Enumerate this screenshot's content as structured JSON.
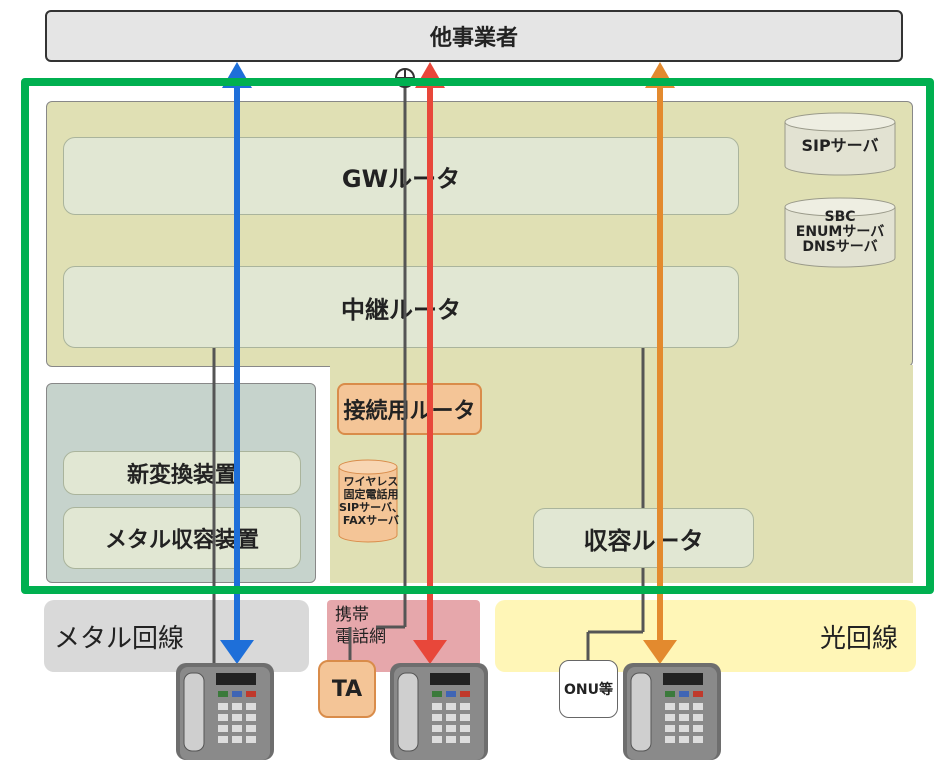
{
  "top": {
    "other_carriers": "他事業者"
  },
  "core": {
    "gw_router": "GWルータ",
    "relay_router": "中継ルータ",
    "sip_server": "SIPサーバ",
    "sbc_lines": [
      "SBC",
      "ENUMサーバ",
      "DNSサーバ"
    ]
  },
  "metal_section": {
    "new_converter": "新変換装置",
    "metal_device": "メタル収容装置"
  },
  "connection_router": "接続用ルータ",
  "wireless_sip_lines": [
    "ワイヤレス",
    "固定電話用",
    "SIPサーバ、",
    "FAXサーバ"
  ],
  "access_router": "収容ルータ",
  "bottom": {
    "metal_line": "メタル回線",
    "mobile_network": "携帯\n電話網",
    "fiber_line": "光回線",
    "ta": "TA",
    "onu": "ONU等"
  },
  "colors": {
    "green_frame": "#00b050",
    "blue_line": "#1e6fd9",
    "red_line": "#e8473a",
    "orange_line": "#e38a2e",
    "gray_line": "#555555"
  },
  "icons": [
    "telephone-icon",
    "telephone-icon",
    "telephone-icon",
    "crosspoint-icon"
  ]
}
